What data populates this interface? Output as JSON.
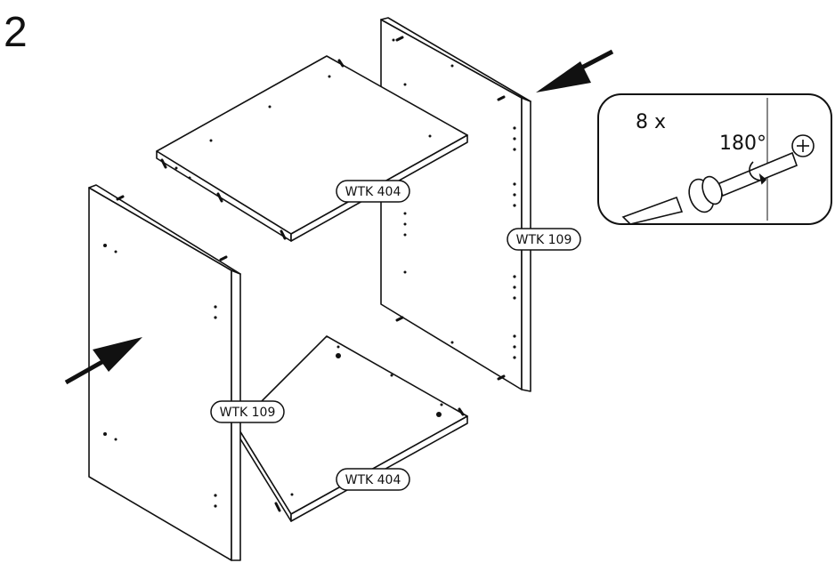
{
  "step_number": "2",
  "parts": {
    "top_shelf": "WTK 404",
    "bottom_shelf": "WTK 404",
    "back_side_panel": "WTK 109",
    "front_side_panel": "WTK 109"
  },
  "detail": {
    "quantity": "8 x",
    "rotation": "180°"
  },
  "colors": {
    "line": "#111111",
    "fill": "#ffffff"
  }
}
